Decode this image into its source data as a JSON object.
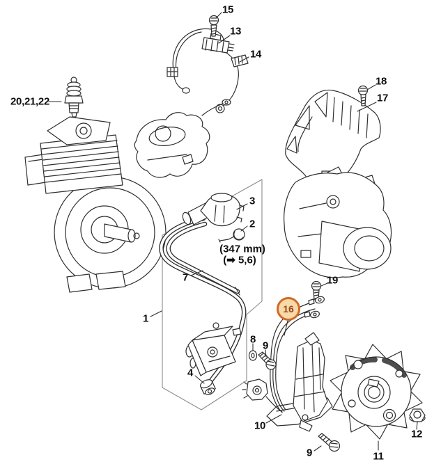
{
  "colors": {
    "line_color": "#2e2e2e",
    "box_line_color": "#8a8a8a",
    "label_text": "#0f0f0f",
    "highlight_ring": "#d06a28",
    "highlight_fill": "#f8d9a8",
    "highlight_text": "#96491c",
    "background": "#ffffff"
  },
  "callouts": [
    {
      "label": "15"
    },
    {
      "label": "13"
    },
    {
      "label": "14"
    },
    {
      "label": "18"
    },
    {
      "label": "17"
    },
    {
      "label": "20,21,22"
    },
    {
      "label": "3"
    },
    {
      "label": "2"
    },
    {
      "label": "7"
    },
    {
      "label": "1"
    },
    {
      "label": "19"
    },
    {
      "label": "8"
    },
    {
      "label": "9"
    },
    {
      "label": "4"
    },
    {
      "label": "10"
    },
    {
      "label": "9"
    },
    {
      "label": "11"
    },
    {
      "label": "12"
    }
  ],
  "highlighted_callout": {
    "label": "16"
  },
  "annotations": {
    "hose_length": "(347 mm)",
    "see_also": "(➡ 5,6)"
  }
}
